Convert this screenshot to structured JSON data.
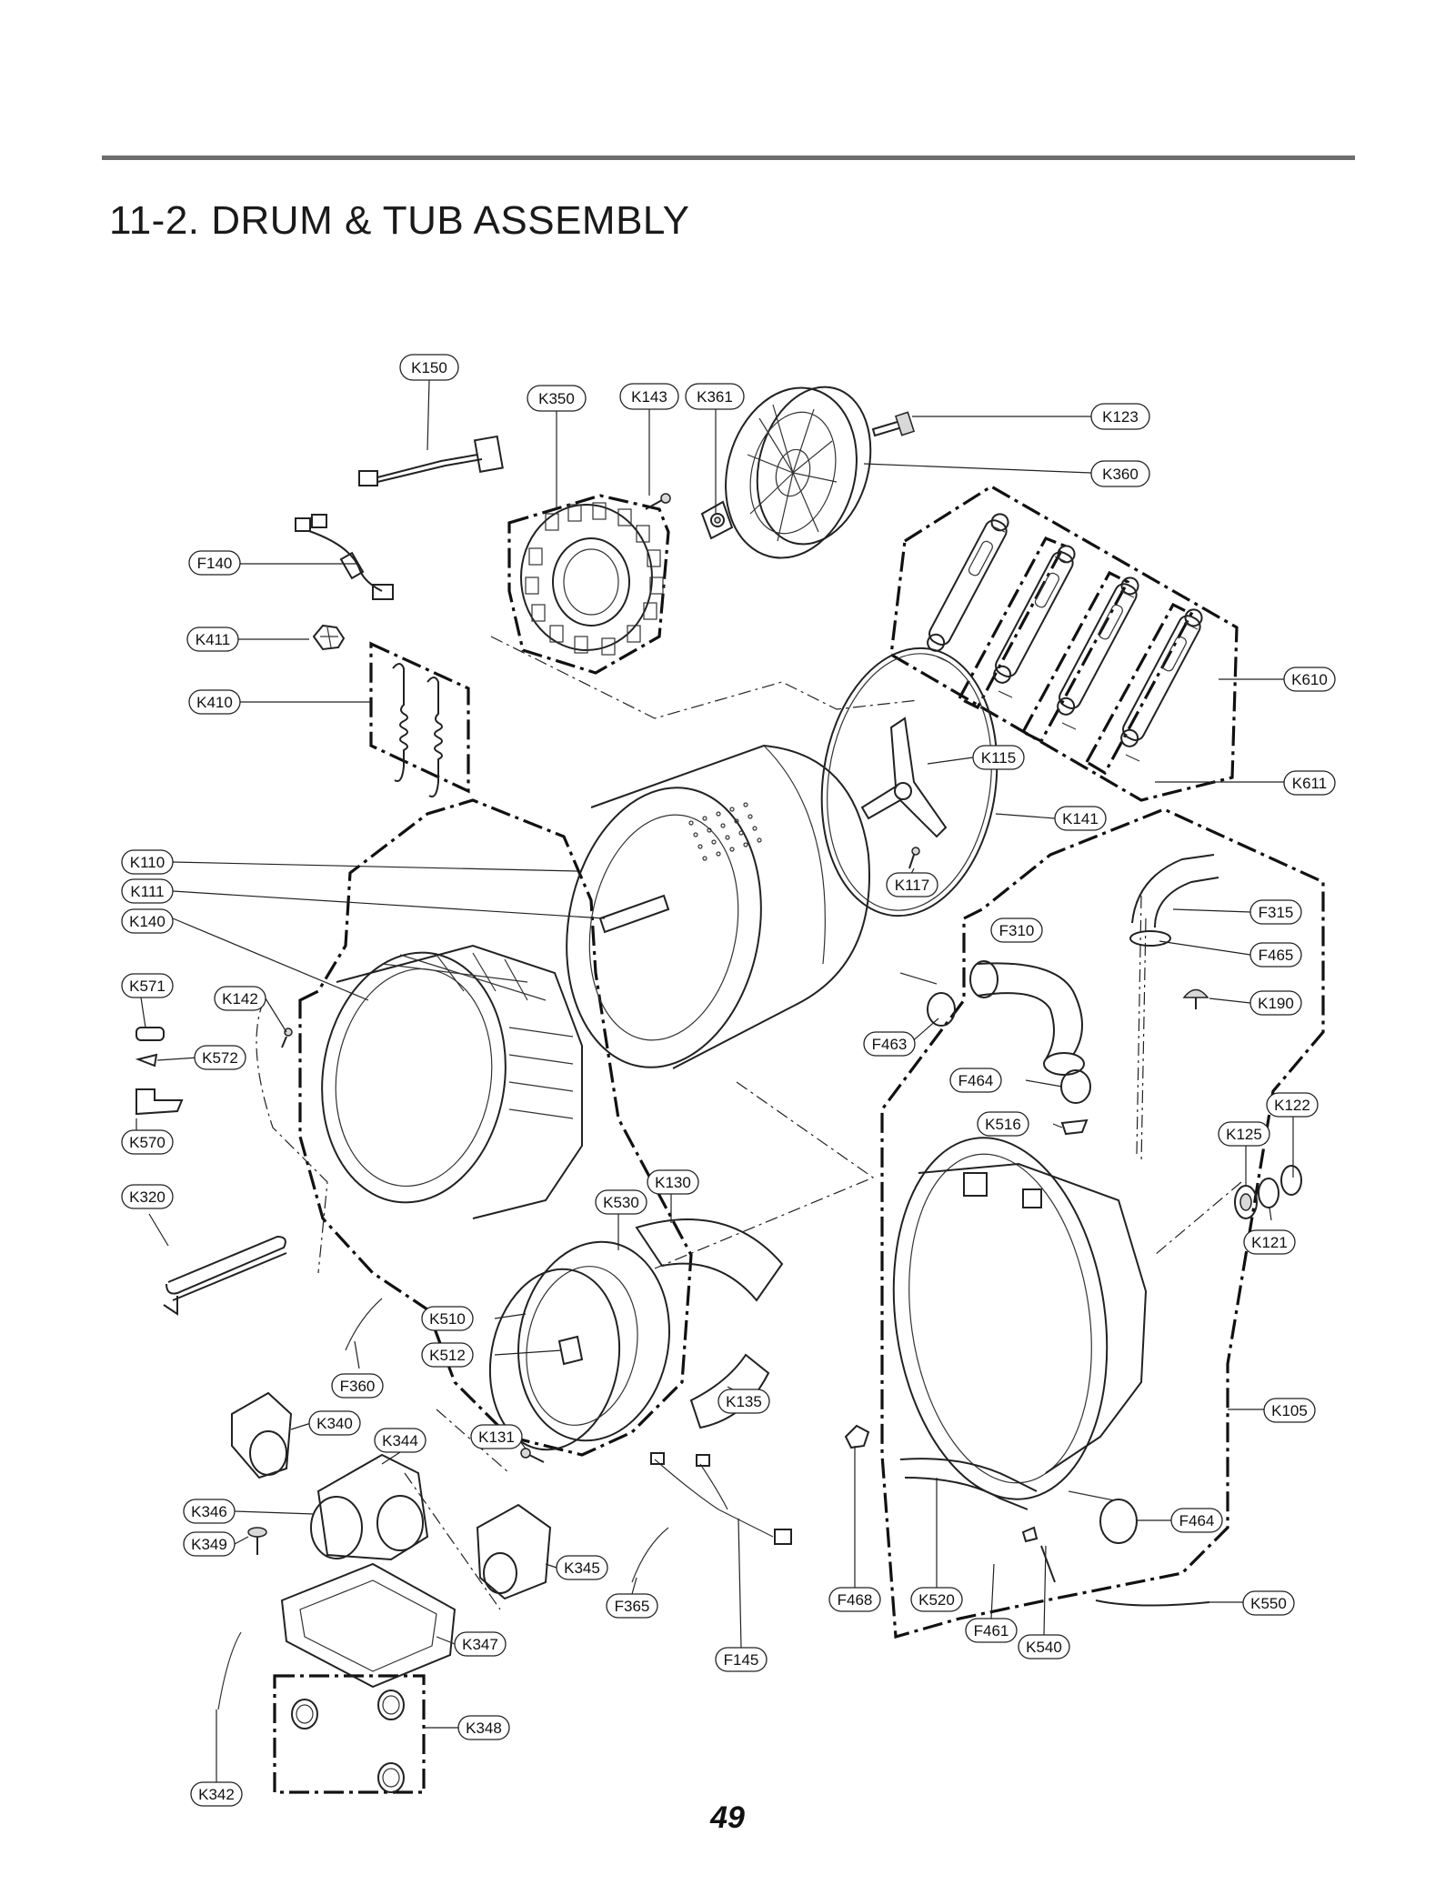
{
  "document": {
    "title": "11-2. DRUM & TUB ASSEMBLY",
    "page_number": "49"
  },
  "labels": [
    {
      "id": "K150",
      "text": "K150"
    },
    {
      "id": "K350",
      "text": "K350"
    },
    {
      "id": "K143",
      "text": "K143"
    },
    {
      "id": "K361",
      "text": "K361"
    },
    {
      "id": "K123",
      "text": "K123"
    },
    {
      "id": "K360",
      "text": "K360"
    },
    {
      "id": "F140",
      "text": "F140"
    },
    {
      "id": "K411",
      "text": "K411"
    },
    {
      "id": "K410",
      "text": "K410"
    },
    {
      "id": "K610",
      "text": "K610"
    },
    {
      "id": "K115",
      "text": "K115"
    },
    {
      "id": "K611",
      "text": "K611"
    },
    {
      "id": "K141",
      "text": "K141"
    },
    {
      "id": "K110",
      "text": "K110"
    },
    {
      "id": "K111",
      "text": "K111"
    },
    {
      "id": "K117",
      "text": "K117"
    },
    {
      "id": "F315",
      "text": "F315"
    },
    {
      "id": "K140",
      "text": "K140"
    },
    {
      "id": "F310",
      "text": "F310"
    },
    {
      "id": "F465",
      "text": "F465"
    },
    {
      "id": "K571",
      "text": "K571"
    },
    {
      "id": "K142",
      "text": "K142"
    },
    {
      "id": "K190",
      "text": "K190"
    },
    {
      "id": "F463",
      "text": "F463"
    },
    {
      "id": "K572",
      "text": "K572"
    },
    {
      "id": "F464a",
      "text": "F464"
    },
    {
      "id": "K122",
      "text": "K122"
    },
    {
      "id": "K516",
      "text": "K516"
    },
    {
      "id": "K125",
      "text": "K125"
    },
    {
      "id": "K570",
      "text": "K570"
    },
    {
      "id": "K130",
      "text": "K130"
    },
    {
      "id": "K320",
      "text": "K320"
    },
    {
      "id": "K530",
      "text": "K530"
    },
    {
      "id": "K121",
      "text": "K121"
    },
    {
      "id": "K510",
      "text": "K510"
    },
    {
      "id": "K512",
      "text": "K512"
    },
    {
      "id": "F360",
      "text": "F360"
    },
    {
      "id": "K135",
      "text": "K135"
    },
    {
      "id": "K105",
      "text": "K105"
    },
    {
      "id": "K340",
      "text": "K340"
    },
    {
      "id": "K131",
      "text": "K131"
    },
    {
      "id": "K344",
      "text": "K344"
    },
    {
      "id": "K346",
      "text": "K346"
    },
    {
      "id": "F464b",
      "text": "F464"
    },
    {
      "id": "K349",
      "text": "K349"
    },
    {
      "id": "K345",
      "text": "K345"
    },
    {
      "id": "F468",
      "text": "F468"
    },
    {
      "id": "K520",
      "text": "K520"
    },
    {
      "id": "K550",
      "text": "K550"
    },
    {
      "id": "F365",
      "text": "F365"
    },
    {
      "id": "F461",
      "text": "F461"
    },
    {
      "id": "K347",
      "text": "K347"
    },
    {
      "id": "F145",
      "text": "F145"
    },
    {
      "id": "K540",
      "text": "K540"
    },
    {
      "id": "K342",
      "text": "K342"
    },
    {
      "id": "K348",
      "text": "K348"
    }
  ]
}
